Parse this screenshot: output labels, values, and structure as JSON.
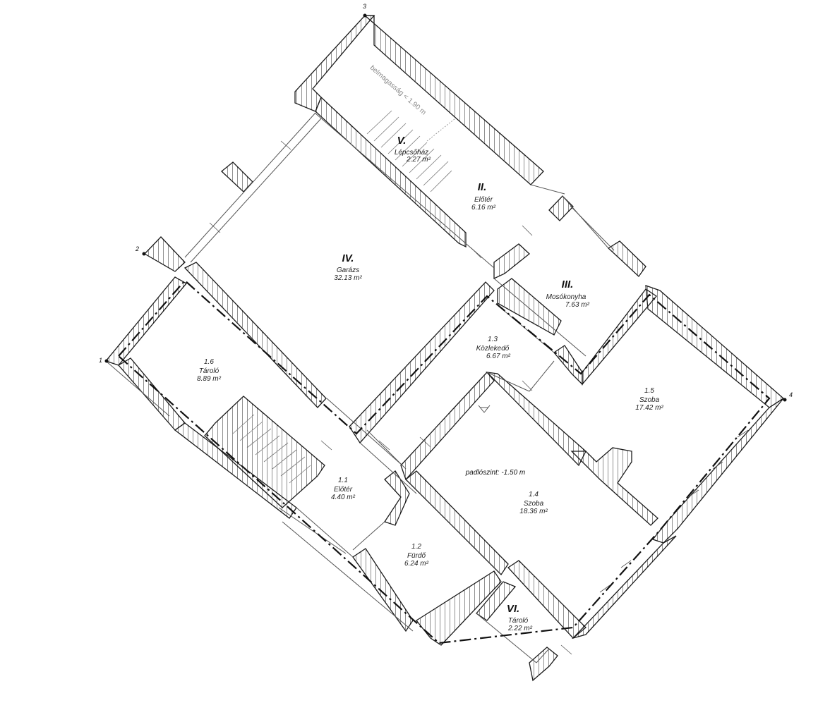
{
  "rooms": [
    {
      "id": "r11",
      "number": "1.1",
      "name": "Előtér",
      "area": "4.40 m²"
    },
    {
      "id": "r12",
      "number": "1.2",
      "name": "Fürdő",
      "area": "6.24 m²"
    },
    {
      "id": "r13",
      "number": "1.3",
      "name": "Közlekedő",
      "area": "6.67 m²"
    },
    {
      "id": "r14",
      "number": "1.4",
      "name": "Szoba",
      "area": "18.36 m²"
    },
    {
      "id": "r15",
      "number": "1.5",
      "name": "Szoba",
      "area": "17.42 m²"
    },
    {
      "id": "r16",
      "number": "1.6",
      "name": "Tároló",
      "area": "8.89 m²"
    },
    {
      "id": "rII",
      "number": "II.",
      "name": "Előtér",
      "area": "6.16 m²"
    },
    {
      "id": "rIII",
      "number": "III.",
      "name": "Mosókonyha",
      "area": "7.63 m²"
    },
    {
      "id": "rIV",
      "number": "IV.",
      "name": "Garázs",
      "area": "32.13 m²"
    },
    {
      "id": "rV",
      "number": "V.",
      "name": "Lépcsőház",
      "area": "2.27 m²"
    },
    {
      "id": "rVI",
      "number": "VI.",
      "name": "Tároló",
      "area": "2.22 m²"
    }
  ],
  "notes": {
    "floor_level": "padlószint: -1.50 m",
    "ceiling_height": "belmagasság < 1.90 m"
  },
  "corner_points": [
    "1",
    "2",
    "3",
    "4"
  ],
  "colors": {
    "wall_line": "#1a1a1a",
    "thin_line": "#555555",
    "hatch": "#222222",
    "background": "#ffffff"
  }
}
